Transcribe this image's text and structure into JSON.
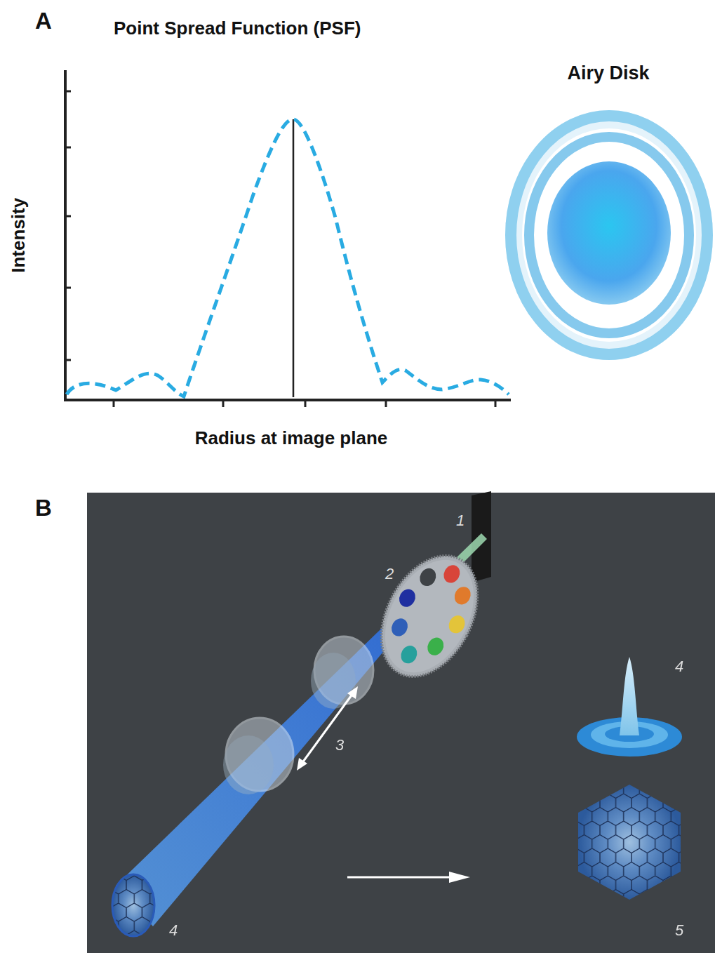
{
  "diagram": {
    "labels": [
      "A",
      "Point Spread Function (PSF)",
      "Airy Disk",
      "Intensity",
      "Radius at image plane",
      "B",
      "1",
      "2",
      "3",
      "4",
      "4",
      "5"
    ]
  }
}
